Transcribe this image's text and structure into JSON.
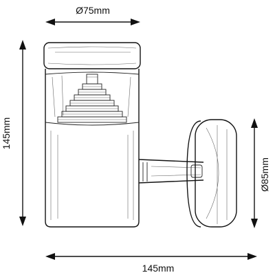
{
  "dimensions": {
    "top_diameter": "Ø75mm",
    "height": "145mm",
    "depth": "145mm",
    "base_diameter": "Ø85mm"
  },
  "colors": {
    "line": "#111111",
    "background": "#ffffff"
  }
}
